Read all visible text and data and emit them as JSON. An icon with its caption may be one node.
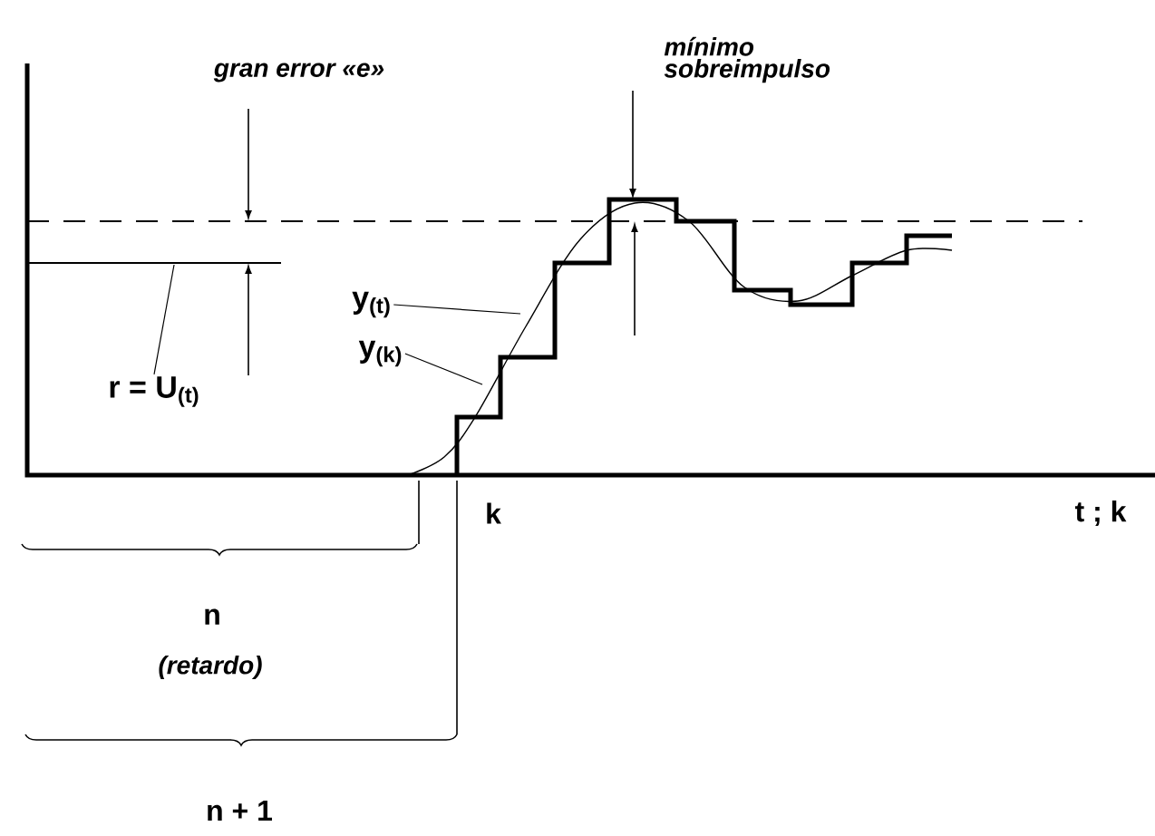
{
  "diagram": {
    "nodes": [
      {
        "text": [
          "r = U$_{(t)}$"
        ]
      },
      {
        "text": [
          "y$_{(t)}$"
        ]
      },
      {
        "text": [
          "y$_{(k)}$"
        ]
      }
    ],
    "edges": [
      {
        "from": 0,
        "to": null,
        "arrow": "none"
      },
      {
        "from": 1,
        "to": null,
        "arrow": "none"
      },
      {
        "from": 2,
        "to": null,
        "arrow": "none"
      }
    ],
    "labels": [
      "gran error «e»",
      "mínimo sobreimpulso",
      "k",
      "t ; k",
      "n",
      "(retardo)",
      "n + 1"
    ]
  }
}
